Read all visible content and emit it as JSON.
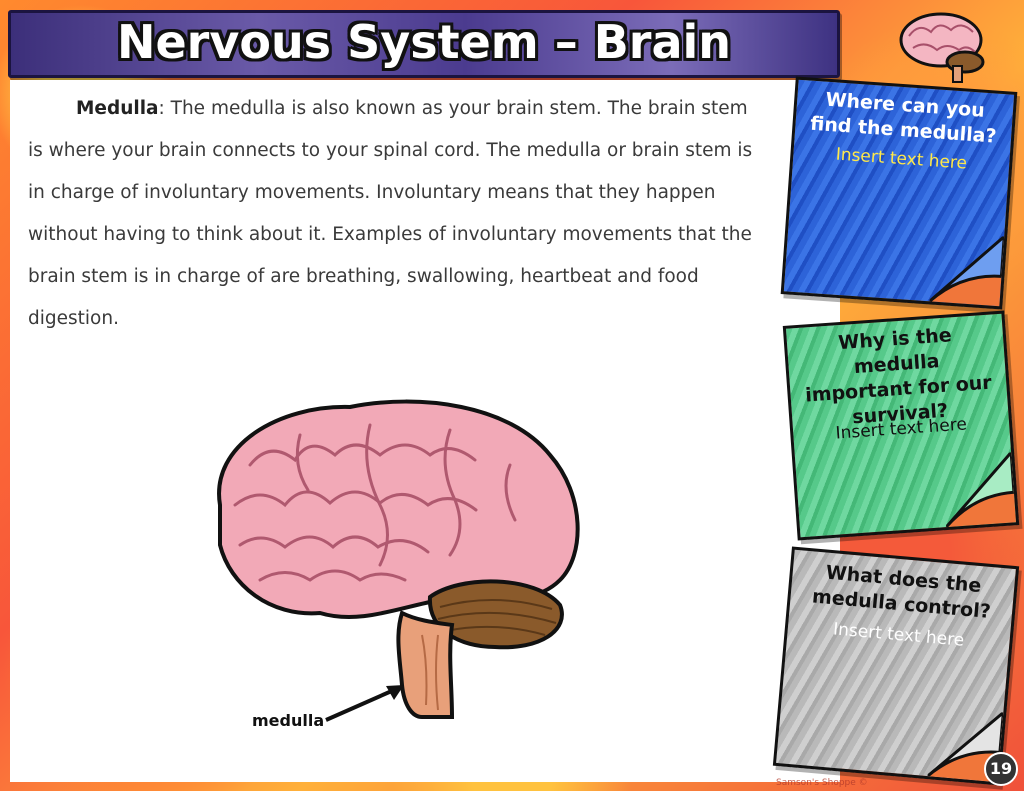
{
  "header": {
    "title": "Nervous System – Brain"
  },
  "content": {
    "term": "Medulla",
    "paragraph": ": The medulla is also known as your brain stem. The brain stem is where your brain connects to your spinal cord. The medulla or brain stem is in charge of involuntary movements. Involuntary means that they happen without having to think about it. Examples of involuntary movements that the brain stem is in charge of are breathing, swallowing, heartbeat and food digestion."
  },
  "diagram": {
    "label": "medulla"
  },
  "notes": [
    {
      "question": "Where can you find the medulla?",
      "answer": "Insert text here",
      "color": "#2d63d8",
      "answer_color": "#ffe94a"
    },
    {
      "question": "Why is the medulla important for our survival?",
      "answer": "Insert text here",
      "color": "#56c98a",
      "answer_color": "#111111"
    },
    {
      "question": "What does the medulla control?",
      "answer": "Insert text here",
      "color": "#b9b9b9",
      "answer_color": "#ffffff"
    }
  ],
  "footer": {
    "page_number": "19",
    "credit": "Samson's Shoppe ©"
  }
}
